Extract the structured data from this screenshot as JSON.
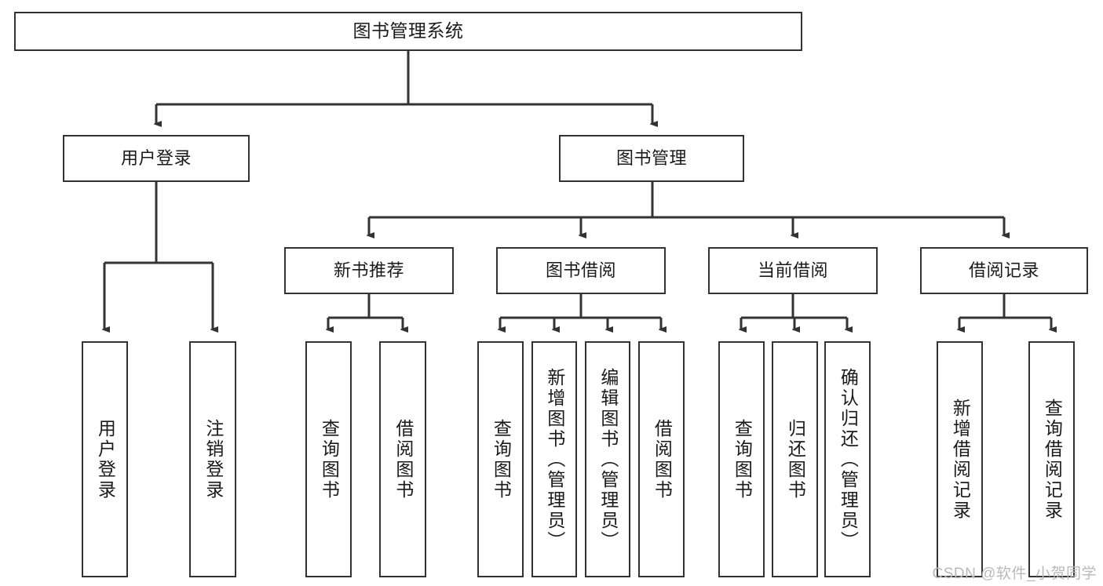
{
  "diagram": {
    "title": "图书管理系统",
    "type": "tree",
    "watermark": "CSDN @软件_小贺同学",
    "colors": {
      "node_border": "#333333",
      "node_fill": "#ffffff",
      "edge": "#333333",
      "text": "#1a1a1a",
      "watermark": "#b9b9b9",
      "background": "#ffffff"
    },
    "root": {
      "label": "图书管理系统"
    },
    "level2": [
      {
        "label": "用户登录"
      },
      {
        "label": "图书管理"
      }
    ],
    "level3": [
      {
        "label": "新书推荐"
      },
      {
        "label": "图书借阅"
      },
      {
        "label": "当前借阅"
      },
      {
        "label": "借阅记录"
      }
    ],
    "leaves": {
      "user_login": [
        {
          "label": "用户登录"
        },
        {
          "label": "注销登录"
        }
      ],
      "new_book_recommend": [
        {
          "label": "查询图书"
        },
        {
          "label": "借阅图书"
        }
      ],
      "book_borrow": [
        {
          "label": "查询图书"
        },
        {
          "label": "新增图书（管理员）"
        },
        {
          "label": "编辑图书（管理员）"
        },
        {
          "label": "借阅图书"
        }
      ],
      "current_borrow": [
        {
          "label": "查询图书"
        },
        {
          "label": "归还图书"
        },
        {
          "label": "确认归还（管理员）"
        }
      ],
      "borrow_record": [
        {
          "label": "新增借阅记录"
        },
        {
          "label": "查询借阅记录"
        }
      ]
    }
  }
}
